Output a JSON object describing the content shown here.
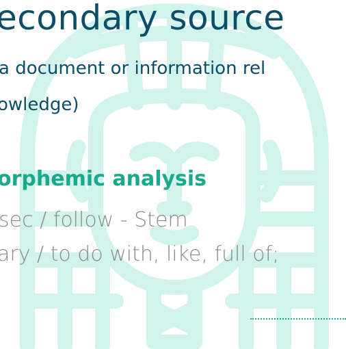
{
  "slide": {
    "title": "econdary source",
    "definition_line1": "a document or information rel",
    "definition_line2": "owledge)",
    "section_heading": "orphemic analysis",
    "morpheme_line1": "sec / follow - Stem",
    "morpheme_line2": "ary / to do with, like, full of;"
  },
  "colors": {
    "title": "#0b4e67",
    "heading_accent": "#1aa98a",
    "body_grey": "#8a8a8a",
    "watermark": "#d2f3ec"
  },
  "icons": {
    "watermark": "pharaoh-headdress-icon"
  }
}
